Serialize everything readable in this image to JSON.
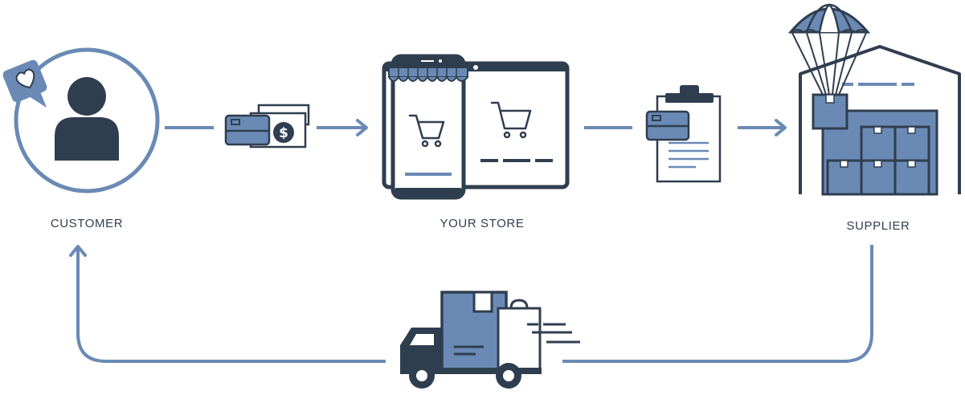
{
  "nodes": {
    "customer": {
      "label": "CUSTOMER"
    },
    "store": {
      "label": "YOUR STORE"
    },
    "supplier": {
      "label": "SUPPLIER"
    }
  },
  "icons": {
    "customer": "user-heart-icon",
    "payment": "card-and-cash-icon",
    "store": "phone-and-tablet-store-icon",
    "order": "clipboard-order-icon",
    "supplier": "warehouse-parachute-icon",
    "delivery": "delivery-truck-icon"
  },
  "colors": {
    "dark": "#2f3e4f",
    "accent": "#6a8ab5",
    "light": "#ffffff"
  }
}
